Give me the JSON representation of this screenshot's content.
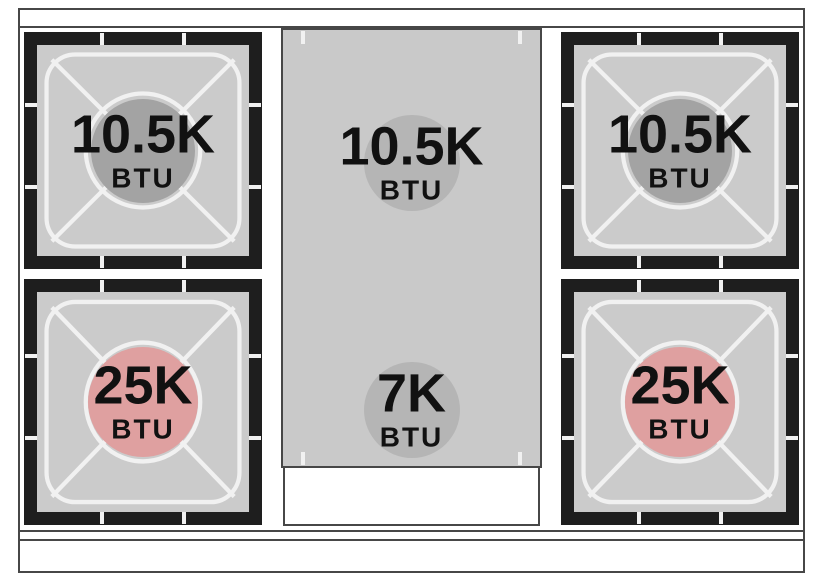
{
  "burners": [
    {
      "position": "top-left",
      "value": "10.5K",
      "unit": "BTU"
    },
    {
      "position": "center-top",
      "value": "10.5K",
      "unit": "BTU"
    },
    {
      "position": "top-right",
      "value": "10.5K",
      "unit": "BTU"
    },
    {
      "position": "bottom-left",
      "value": "25K",
      "unit": "BTU"
    },
    {
      "position": "center-bottom",
      "value": "7K",
      "unit": "BTU"
    },
    {
      "position": "bottom-right",
      "value": "25K",
      "unit": "BTU"
    }
  ],
  "colors": {
    "frame_border": "#474747",
    "burner_zone_bg": "#1e1e1e",
    "grate_surface": "#cbcbcb",
    "griddle_surface": "#c9c9c9",
    "grate_lines": "#f1f1f1",
    "standard_burner_circle": "#a3a3a3",
    "griddle_burner_circle": "#b5b5b5",
    "high_output_burner_circle": "#dfa0a0",
    "text": "#111111"
  }
}
